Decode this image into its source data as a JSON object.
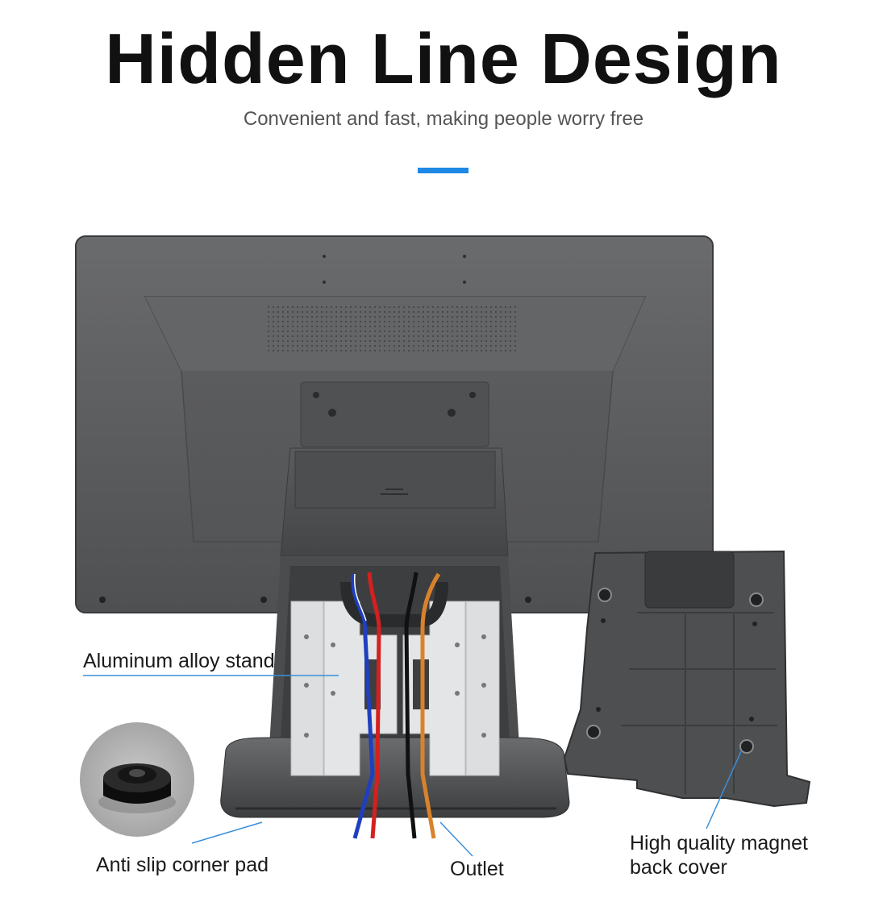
{
  "header": {
    "title": "Hidden Line Design",
    "subtitle": "Convenient and fast, making people worry free"
  },
  "callouts": {
    "stand": "Aluminum alloy stand",
    "pad": "Anti slip corner pad",
    "outlet": "Outlet",
    "cover_line1": "High quality magnet",
    "cover_line2": "back cover"
  },
  "colors": {
    "accent": "#1e88e5",
    "callout_line": "#3b8fd9",
    "monitor_body": "#5b5c5e",
    "stand_plate": "#dadcde",
    "cable_blue": "#1f3fbf",
    "cable_red": "#d42020",
    "cable_black": "#111111",
    "cable_orange": "#d9822b"
  }
}
